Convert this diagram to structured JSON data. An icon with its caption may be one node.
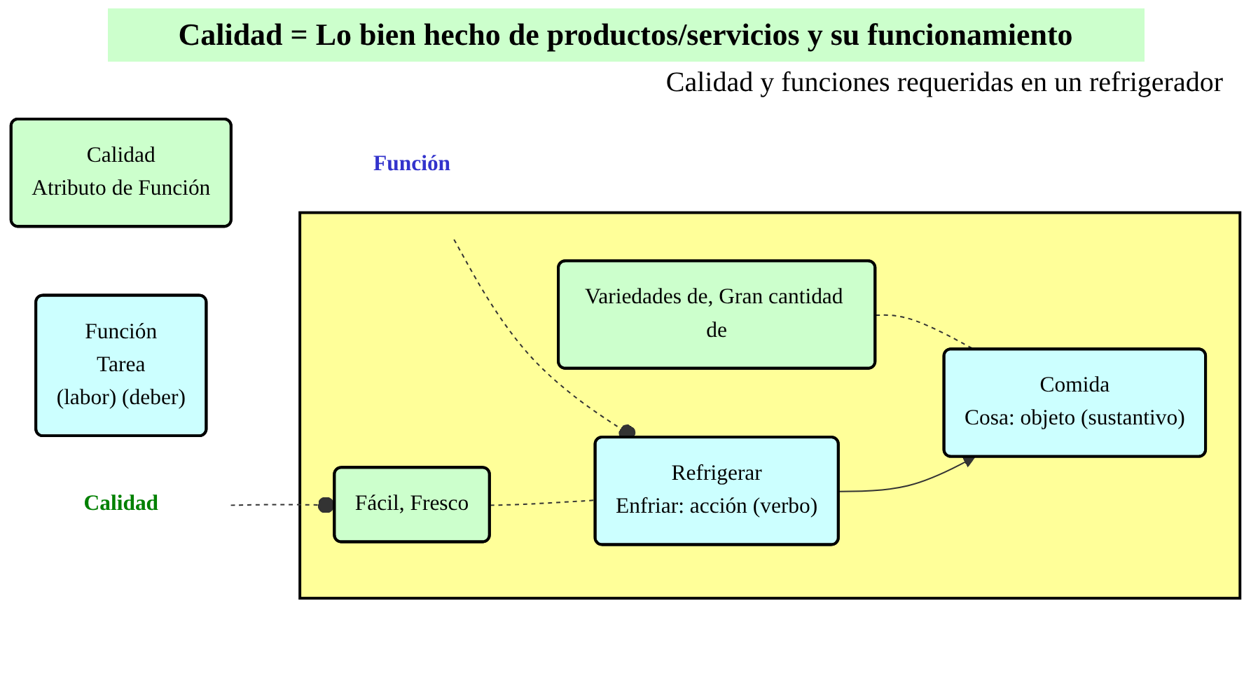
{
  "diagram": {
    "title": "Calidad = Lo bien hecho de productos/servicios y su funcionamiento",
    "nodes": [
      {
        "text": [
          "Calidad",
          "Atributo de Función"
        ]
      },
      {
        "text": [
          "Función",
          "Tarea",
          "(labor) (deber)"
        ]
      },
      {
        "text": [
          "Calidad"
        ]
      },
      {
        "text": [
          "Función"
        ]
      },
      {
        "text": [],
        "shape": "box"
      },
      {
        "text": [
          "Fácil, Fresco"
        ],
        "in": 4
      },
      {
        "text": [
          "Variedades de, Gran cantidad de"
        ],
        "in": 4
      },
      {
        "text": [
          "Refrigerar",
          "Enfriar: acción (verbo)"
        ],
        "in": 4
      },
      {
        "text": [
          "Comida",
          "Cosa: objeto (sustantivo)"
        ],
        "in": 4
      }
    ],
    "edges": [
      {
        "from": 2,
        "to": 5,
        "arrow": "other",
        "style": "dashed"
      },
      {
        "from": 3,
        "to": 7,
        "arrow": "other",
        "style": "dashed"
      },
      {
        "from": 5,
        "to": 7,
        "arrow": "none",
        "style": "dashed"
      },
      {
        "from": 6,
        "to": 8,
        "arrow": "none",
        "style": "dashed"
      },
      {
        "from": 7,
        "to": 8,
        "arrow": "to"
      }
    ],
    "labels": [
      "Calidad y funciones requeridas en un refrigerador"
    ]
  }
}
